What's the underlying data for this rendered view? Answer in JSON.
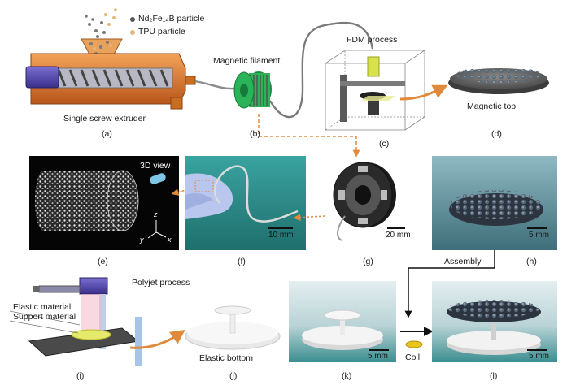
{
  "panel_a": {
    "legend": [
      {
        "label": "Nd₂Fe₁₄B particle",
        "color": "#555555"
      },
      {
        "label": "TPU particle",
        "color": "#e2b87a"
      }
    ],
    "caption": "Single screw extruder",
    "panel_label": "(a)"
  },
  "panel_b": {
    "title": "Magnetic filament",
    "panel_label": "(b)",
    "spool_color": "#2bb35a"
  },
  "panel_c": {
    "title": "FDM process",
    "panel_label": "(c)"
  },
  "panel_d": {
    "caption": "Magnetic top",
    "panel_label": "(d)"
  },
  "panel_e": {
    "inset_label": "3D view",
    "axes": {
      "z": "z",
      "y": "y",
      "x": "x"
    },
    "panel_label": "(e)"
  },
  "panel_f": {
    "scale": "10 mm",
    "panel_label": "(f)"
  },
  "panel_g": {
    "scale": "20 mm",
    "panel_label": "(g)"
  },
  "panel_h": {
    "scale": "5 mm",
    "panel_label": "(h)",
    "arrow_label": "Assembly"
  },
  "panel_i": {
    "title": "Polyjet process",
    "labels": [
      "Elastic material",
      "Support material"
    ],
    "panel_label": "(i)"
  },
  "panel_j": {
    "caption": "Elastic bottom",
    "panel_label": "(j)"
  },
  "panel_k": {
    "scale": "5 mm",
    "panel_label": "(k)",
    "coil_label": "Coil"
  },
  "panel_l": {
    "scale": "5 mm",
    "panel_label": "(l)"
  },
  "colors": {
    "arrow_orange": "#e08a3c",
    "photo_teal": "#2f8f8c",
    "extruder_orange": "#e07a26"
  }
}
